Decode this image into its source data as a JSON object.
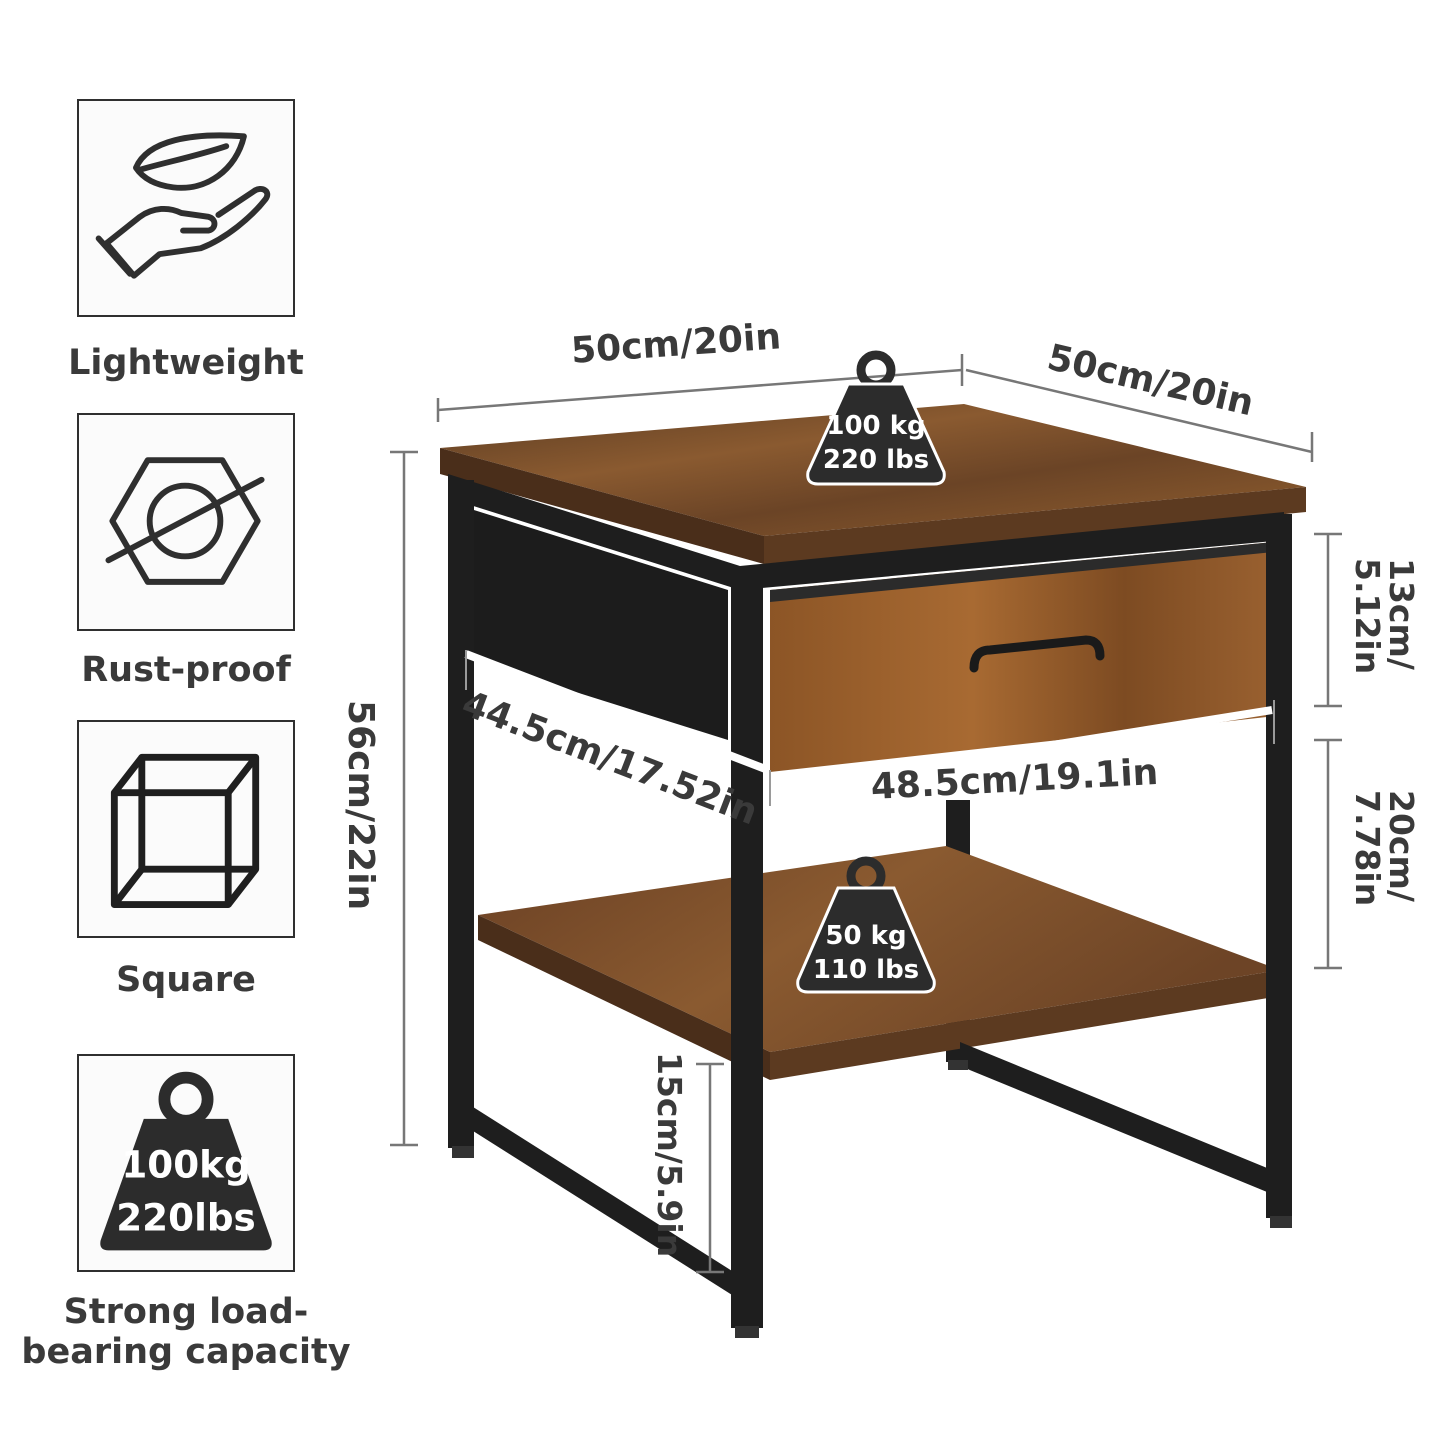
{
  "features": [
    {
      "icon": "leaf-hand-icon",
      "label": "Lightweight"
    },
    {
      "icon": "hex-nut-crossed-icon",
      "label": "Rust-proof"
    },
    {
      "icon": "cube-icon",
      "label": "Square"
    },
    {
      "icon": "weight-icon",
      "label": "Strong load-bearing capacity",
      "weight_kg": "100kg",
      "weight_lbs": "220lbs"
    }
  ],
  "dimensions": {
    "top_width": "50cm/20in",
    "top_depth": "50cm/20in",
    "total_height": "56cm/22in",
    "drawer_height": "13cm/\n5.12in",
    "shelf_gap": "20cm/\n7.78in",
    "inner_depth": "44.5cm/17.52in",
    "inner_width": "48.5cm/19.1in",
    "bottom_clearance": "15cm/5.9in"
  },
  "load_ratings": {
    "top": {
      "kg": "100 kg",
      "lbs": "220 lbs"
    },
    "shelf": {
      "kg": "50 kg",
      "lbs": "110 lbs"
    }
  },
  "colors": {
    "wood": "#7a4a26",
    "metal": "#1e1e1e",
    "dimension_line": "#777777",
    "weight_badge": "#2c2c2c"
  }
}
